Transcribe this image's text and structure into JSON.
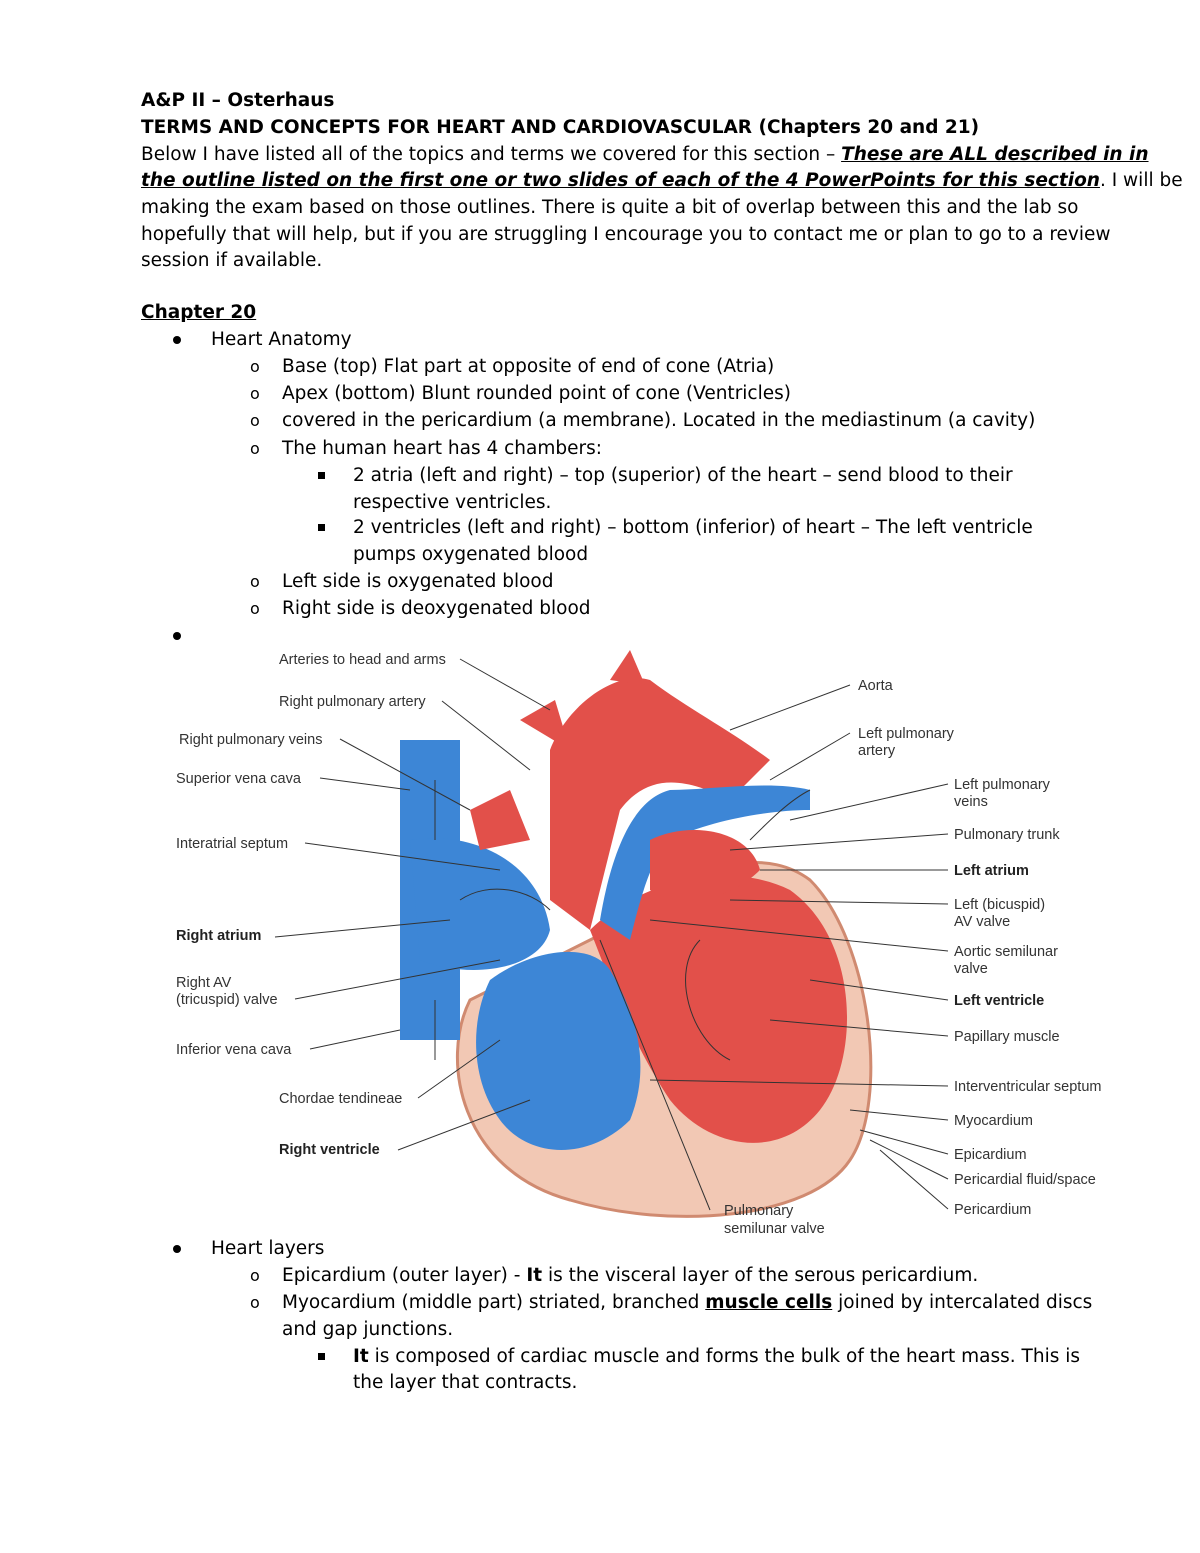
{
  "header": {
    "course": "A&P II – Osterhaus",
    "title": "TERMS AND CONCEPTS FOR HEART AND CARDIOVASCULAR (Chapters 20 and 21)"
  },
  "intro": {
    "line1_plain": "Below I have listed all of the topics and terms we covered for this section – ",
    "line1_emph": "These are ALL described in in",
    "line2_emph": "the outline listed on the first one or two slides of each of the 4 PowerPoints for this section",
    "line2_plain": ".  I will be",
    "line3": "making the exam based on those outlines. There is quite a bit of overlap between this and the lab so",
    "line4": "hopefully that will help, but if you are struggling I encourage you to contact me or plan to go to a review",
    "line5": "session if available."
  },
  "chapter": "Chapter 20",
  "anatomy": {
    "heading": "Heart Anatomy",
    "items": [
      "Base (top) Flat part at opposite of end of cone (Atria)",
      "Apex (bottom) Blunt rounded point of cone (Ventricles)",
      "covered in the pericardium (a membrane). Located in the mediastinum (a cavity)",
      "The human heart has 4 chambers:"
    ],
    "sub": [
      "2 atria (left and right) – top (superior) of the heart – send blood to their",
      "respective ventricles.",
      "2 ventricles (left and right) – bottom (inferior) of heart – The left ventricle",
      "pumps oxygenated blood"
    ],
    "items2": [
      "Left side is oxygenated blood",
      "Right side is deoxygenated blood"
    ]
  },
  "diagram": {
    "left_labels": [
      "Arteries to head and arms",
      "Right pulmonary artery",
      "Right pulmonary veins",
      "Superior vena cava",
      "Interatrial septum",
      "Right atrium",
      "Right AV",
      "(tricuspid) valve",
      "Inferior vena cava",
      "Chordae tendineae",
      "Right ventricle"
    ],
    "right_labels": [
      "Aorta",
      "Left pulmonary",
      "artery",
      "Left pulmonary",
      "veins",
      "Pulmonary trunk",
      "Left atrium",
      "Left (bicuspid)",
      "AV valve",
      "Aortic semilunar",
      "valve",
      "Left ventricle",
      "Papillary muscle",
      "Interventricular septum",
      "Myocardium",
      "Epicardium",
      "Pericardial fluid/space",
      "Pericardium"
    ],
    "bottom_labels": [
      "Pulmonary",
      "semilunar valve"
    ],
    "colors": {
      "oxygenated": "#e2504a",
      "deoxygenated": "#3d86d6",
      "pericardium": "#f2c8b4"
    }
  },
  "layers": {
    "heading": "Heart layers",
    "epi_a": "Epicardium (outer layer) - ",
    "epi_b": "It",
    "epi_c": " is the visceral layer of the serous pericardium.",
    "myo_a": "Myocardium (middle part) striated, branched ",
    "myo_b": "muscle cells",
    "myo_c": " joined by intercalated discs",
    "myo_d": "and gap junctions.",
    "sub_a": "It",
    "sub_b": " is composed of cardiac muscle and forms the bulk of the heart mass. This is",
    "sub_c": "the layer that contracts."
  }
}
